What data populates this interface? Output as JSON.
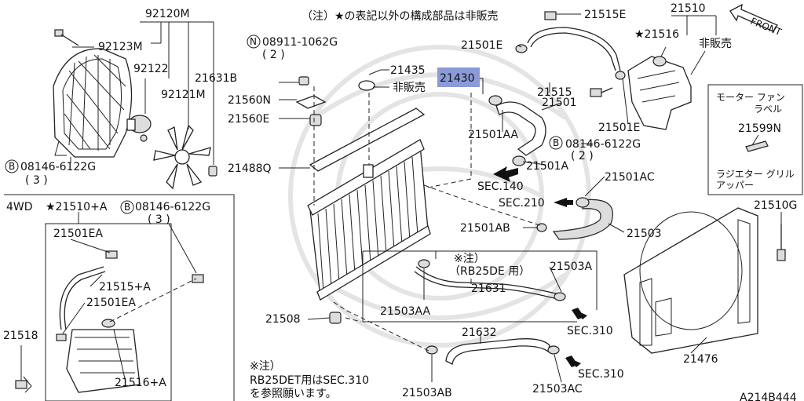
{
  "labels": {
    "p92120M": "92120M",
    "p92123M": "92123M",
    "p92122": "92122",
    "p21631B": "21631B",
    "p92121M": "92121M",
    "b08146_a": "08146-6122G",
    "b08146_a_qty": "( 3 )",
    "note_top": "（注）★の表記以外の構成部品は非販売",
    "n08911": "08911-1062G",
    "n08911_qty": "( 2 )",
    "p21560N": "21560N",
    "p21560E": "21560E",
    "p21488Q": "21488Q",
    "p21435": "21435",
    "p21430": "21430",
    "hihanbai_1": "非販売",
    "p21501E_top": "21501E",
    "p21515E": "21515E",
    "p21510": "21510",
    "p21516": "★21516",
    "hihanbai_2": "非販売",
    "front": "FRONT",
    "p21515": "21515",
    "p21501": "21501",
    "p21501AA": "21501AA",
    "p21501E_mid": "21501E",
    "b08146_b": "08146-6122G",
    "b08146_b_qty": "( 2 )",
    "p21501A": "21501A",
    "sec140": "SEC.140",
    "p21501AC": "21501AC",
    "sec210": "SEC.210",
    "p21503": "21503",
    "p21501AB": "21501AB",
    "note_rb_1": "※注）",
    "note_rb_2": "（RB25DE 用）",
    "p21503A": "21503A",
    "p21503AA": "21503AA",
    "p21631": "21631",
    "sec310_a": "SEC.310",
    "p21508": "21508",
    "p21632": "21632",
    "sec310_b": "SEC.310",
    "p21503AB": "21503AB",
    "p21503AC": "21503AC",
    "note_bottom_1": "※注）",
    "note_bottom_2": "RB25DET用はSEC.310",
    "note_bottom_3": "を参照願います。",
    "box_title_1": "モーター ファン",
    "box_title_2": "ラベル",
    "p21599N": "21599N",
    "box_foot_1": "ラジエター グリル",
    "box_foot_2": "アッパー",
    "p21510G": "21510G",
    "p21476": "21476",
    "fourwd": "4WD",
    "p21510A": "★21510+A",
    "b08146_c": "08146-6122G",
    "b08146_c_qty": "( 3 )",
    "p21501EA_1": "21501EA",
    "p21515A": "21515+A",
    "p21501EA_2": "21501EA",
    "p21518": "21518",
    "p21516A": "21516+A",
    "diagram_id": "A214B444"
  },
  "circle_marks": {
    "n": "N",
    "b": "B"
  },
  "colors": {
    "highlight": "#8a9bd8",
    "ink": "#111111"
  }
}
